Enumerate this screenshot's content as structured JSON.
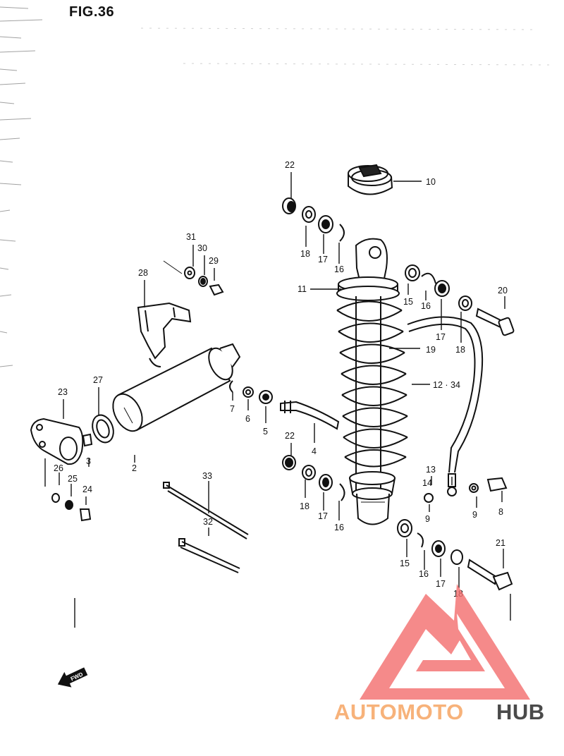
{
  "figure": {
    "title": "FIG.36"
  },
  "parts": {
    "p2": "2",
    "p3": "3",
    "p4": "4",
    "p5": "5",
    "p6": "6",
    "p7": "7",
    "p8": "8",
    "p9a": "9",
    "p9b": "9",
    "p10": "10",
    "p11": "11",
    "p12": "12 · 34",
    "p13": "13",
    "p14": "14",
    "p15a": "15",
    "p15b": "15",
    "p16a": "16",
    "p16b": "16",
    "p16c": "16",
    "p16d": "16",
    "p17a": "17",
    "p17b": "17",
    "p17c": "17",
    "p17d": "17",
    "p18a": "18",
    "p18b": "18",
    "p18c": "18",
    "p18d": "18",
    "p19": "19",
    "p20": "20",
    "p21": "21",
    "p22a": "22",
    "p22b": "22",
    "p23": "23",
    "p24": "24",
    "p25": "25",
    "p26": "26",
    "p27": "27",
    "p28": "28",
    "p29": "29",
    "p30": "30",
    "p31": "31",
    "p32": "32",
    "p33": "33"
  },
  "fwd_mark": "FWD",
  "watermark": {
    "part1": "AUTOMOTO",
    "part2": "HUB",
    "color_light": "#f7b27a",
    "color_red": "#f26d6d",
    "color_dark": "#4a4a4a"
  }
}
